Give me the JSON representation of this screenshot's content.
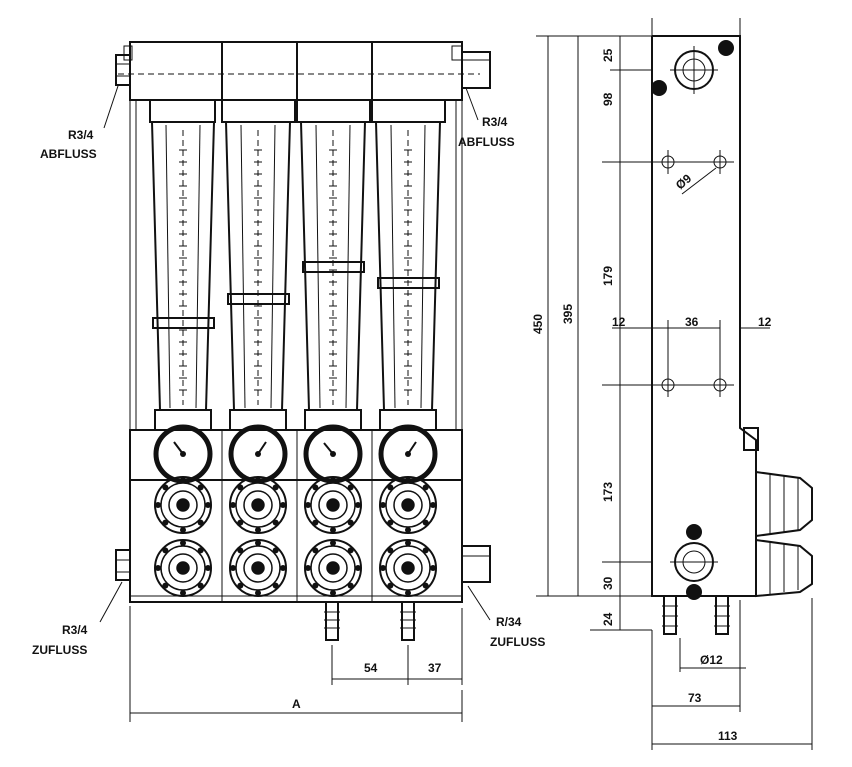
{
  "labels": {
    "outlet_left_thread": "R3/4",
    "outlet_left": "ABFLUSS",
    "outlet_right_thread": "R3/4",
    "outlet_right": "ABFLUSS",
    "inlet_left_thread": "R3/4",
    "inlet_left": "ZUFLUSS",
    "inlet_right_thread": "R/34",
    "inlet_right": "ZUFLUSS"
  },
  "dimensions": {
    "bottom_54": "54",
    "bottom_37": "37",
    "width_a": "A",
    "side_25": "25",
    "side_98": "98",
    "side_179": "179",
    "side_173": "173",
    "side_30": "30",
    "side_24": "24",
    "total_450": "450",
    "total_395": "395",
    "hole_dia": "Ø9",
    "left_12": "12",
    "mid_36": "36",
    "right_12": "12",
    "pipe_dia": "Ø12",
    "depth_73": "73",
    "depth_113": "113"
  }
}
